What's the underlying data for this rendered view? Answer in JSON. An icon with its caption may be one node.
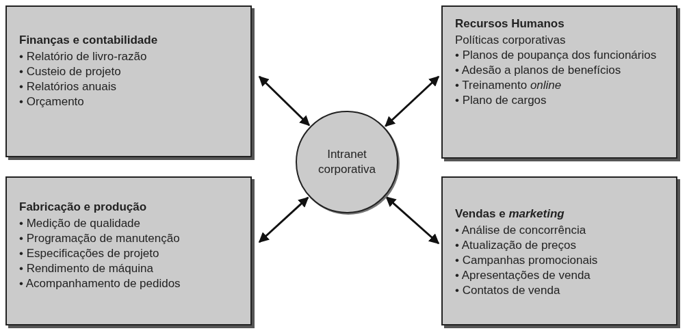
{
  "diagram": {
    "nodes": [
      {
        "text": [
          "Finanças e contabilidade",
          "• Relatório de livro-razão",
          "• Custeio de projeto",
          "• Relatórios anuais",
          "• Orçamento"
        ]
      },
      {
        "text": [
          "Recursos Humanos",
          "Políticas corporativas",
          "• Planos de poupança dos funcionários",
          "• Adesão a planos de benefícios",
          "• Treinamento *online*",
          "• Plano de cargos"
        ]
      },
      {
        "text": [
          "Intranet corporativa"
        ]
      },
      {
        "text": [
          "Fabricação e produção",
          "• Medição de qualidade",
          "• Programação de manutenção",
          "• Especificações de projeto",
          "• Rendimento de máquina",
          "• Acompanhamento de pedidos"
        ]
      },
      {
        "text": [
          "Vendas e *marketing*",
          "• Análise de concorrência",
          "• Atualização de preços",
          "• Campanhas promocionais",
          "• Apresentações de venda",
          "• Contatos de venda"
        ]
      }
    ],
    "edges": [
      {
        "from": 2,
        "to": 0,
        "arrow": "both"
      },
      {
        "from": 2,
        "to": 1,
        "arrow": "both"
      },
      {
        "from": 2,
        "to": 3,
        "arrow": "both"
      },
      {
        "from": 2,
        "to": 4,
        "arrow": "both"
      }
    ]
  }
}
